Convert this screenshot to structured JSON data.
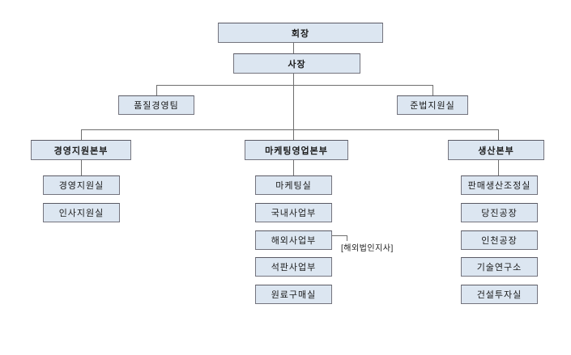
{
  "org_chart": {
    "chairman": {
      "label": "회장"
    },
    "president": {
      "label": "사장"
    },
    "staff": [
      {
        "label": "품질경영팀"
      },
      {
        "label": "준법지원실"
      }
    ],
    "divisions": [
      {
        "label": "경영지원본부",
        "children": [
          {
            "label": "경영지원실"
          },
          {
            "label": "인사지원실"
          }
        ]
      },
      {
        "label": "마케팅영업본부",
        "children": [
          {
            "label": "마케팅실"
          },
          {
            "label": "국내사업부"
          },
          {
            "label": "해외사업부",
            "annotation": "[해외법인지사]"
          },
          {
            "label": "석판사업부"
          },
          {
            "label": "원료구매실"
          }
        ]
      },
      {
        "label": "생산본부",
        "children": [
          {
            "label": "판매생산조정실"
          },
          {
            "label": "당진공장"
          },
          {
            "label": "인천공장"
          },
          {
            "label": "기술연구소"
          },
          {
            "label": "건설투자실"
          }
        ]
      }
    ],
    "colors": {
      "box_fill": "#dce6f1",
      "box_border": "#74747e",
      "connector": "#6e6e6e",
      "text": "#1a1a1a",
      "background": "#ffffff"
    }
  }
}
